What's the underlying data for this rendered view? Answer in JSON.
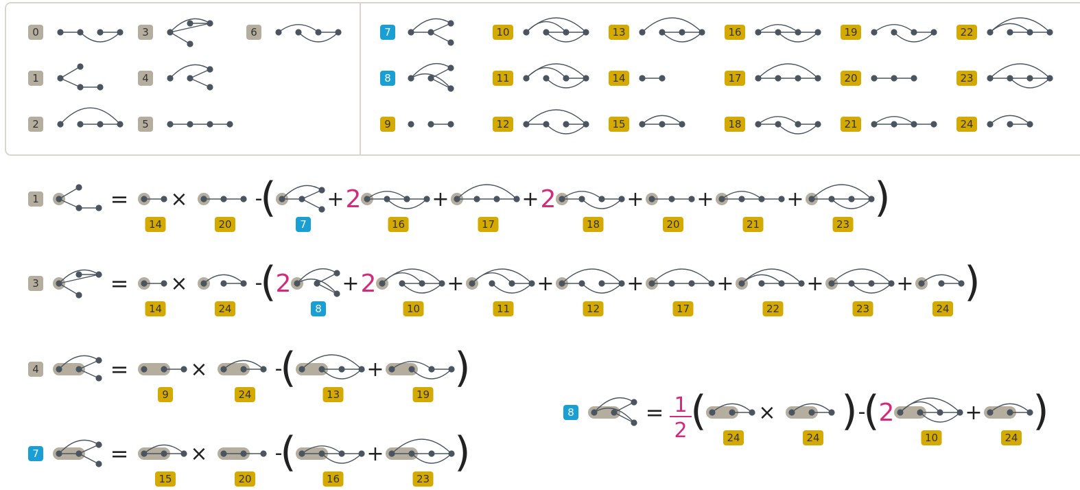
{
  "colors": {
    "gray_badge": "#b5ae9f",
    "blue_badge": "#1a9fd4",
    "gold_badge": "#d4a900",
    "node": "#4a5560",
    "edge": "#4a5560",
    "root_halo": "#b5ae9f",
    "coefficient": "#d42a7c",
    "panel_border": "#d8d6cc"
  },
  "symbols": {
    "equals": "=",
    "times": "×",
    "minus": "-",
    "plus": "+",
    "open_paren": "(",
    "close_paren": ")",
    "fraction_numerator": "1",
    "fraction_denominator": "2"
  },
  "legend_left": [
    {
      "id": "0",
      "color": "gray",
      "graph": "g0"
    },
    {
      "id": "1",
      "color": "gray",
      "graph": "g1"
    },
    {
      "id": "2",
      "color": "gray",
      "graph": "g2"
    },
    {
      "id": "3",
      "color": "gray",
      "graph": "g3"
    },
    {
      "id": "4",
      "color": "gray",
      "graph": "g4"
    },
    {
      "id": "5",
      "color": "gray",
      "graph": "g5"
    },
    {
      "id": "6",
      "color": "gray",
      "graph": "g6"
    }
  ],
  "legend_right": [
    {
      "id": "7",
      "color": "blue",
      "graph": "g7"
    },
    {
      "id": "8",
      "color": "blue",
      "graph": "g8"
    },
    {
      "id": "9",
      "color": "gold",
      "graph": "g9"
    },
    {
      "id": "10",
      "color": "gold",
      "graph": "g10"
    },
    {
      "id": "11",
      "color": "gold",
      "graph": "g11"
    },
    {
      "id": "12",
      "color": "gold",
      "graph": "g12"
    },
    {
      "id": "13",
      "color": "gold",
      "graph": "g13"
    },
    {
      "id": "14",
      "color": "gold",
      "graph": "g14"
    },
    {
      "id": "15",
      "color": "gold",
      "graph": "g15"
    },
    {
      "id": "16",
      "color": "gold",
      "graph": "g16"
    },
    {
      "id": "17",
      "color": "gold",
      "graph": "g17"
    },
    {
      "id": "18",
      "color": "gold",
      "graph": "g18"
    },
    {
      "id": "19",
      "color": "gold",
      "graph": "g19"
    },
    {
      "id": "20",
      "color": "gold",
      "graph": "g20"
    },
    {
      "id": "21",
      "color": "gold",
      "graph": "g21"
    },
    {
      "id": "22",
      "color": "gold",
      "graph": "g22"
    },
    {
      "id": "23",
      "color": "gold",
      "graph": "g23"
    },
    {
      "id": "24",
      "color": "gold",
      "graph": "g24"
    }
  ],
  "equations": [
    {
      "lhs": {
        "id": "1",
        "color": "gray",
        "graph": "g1",
        "root": "dot"
      },
      "product": [
        {
          "id": "14",
          "graph": "g14",
          "root": "dot"
        },
        {
          "id": "20",
          "graph": "g20",
          "root": "dot"
        }
      ],
      "terms": [
        {
          "coef": "",
          "id": "7",
          "color": "blue",
          "graph": "g7",
          "root": "dot"
        },
        {
          "coef": "2",
          "id": "16",
          "color": "gold",
          "graph": "g16",
          "root": "dot"
        },
        {
          "coef": "",
          "id": "17",
          "color": "gold",
          "graph": "g17",
          "root": "dot"
        },
        {
          "coef": "2",
          "id": "18",
          "color": "gold",
          "graph": "g18",
          "root": "dot"
        },
        {
          "coef": "",
          "id": "20",
          "color": "gold",
          "graph": "g20",
          "root": "dot"
        },
        {
          "coef": "",
          "id": "21",
          "color": "gold",
          "graph": "g21",
          "root": "dot"
        },
        {
          "coef": "",
          "id": "23",
          "color": "gold",
          "graph": "g23",
          "root": "dot"
        }
      ]
    },
    {
      "lhs": {
        "id": "3",
        "color": "gray",
        "graph": "g3",
        "root": "dot"
      },
      "product": [
        {
          "id": "14",
          "graph": "g14",
          "root": "dot"
        },
        {
          "id": "24",
          "graph": "g24",
          "root": "dot"
        }
      ],
      "terms": [
        {
          "coef": "2",
          "id": "8",
          "color": "blue",
          "graph": "g8",
          "root": "dot"
        },
        {
          "coef": "2",
          "id": "10",
          "color": "gold",
          "graph": "g10",
          "root": "dot"
        },
        {
          "coef": "",
          "id": "11",
          "color": "gold",
          "graph": "g11",
          "root": "dot"
        },
        {
          "coef": "",
          "id": "12",
          "color": "gold",
          "graph": "g12",
          "root": "dot"
        },
        {
          "coef": "",
          "id": "17",
          "color": "gold",
          "graph": "g17",
          "root": "dot"
        },
        {
          "coef": "",
          "id": "22",
          "color": "gold",
          "graph": "g22",
          "root": "dot"
        },
        {
          "coef": "",
          "id": "23",
          "color": "gold",
          "graph": "g23",
          "root": "dot"
        },
        {
          "coef": "",
          "id": "24",
          "color": "gold",
          "graph": "g24",
          "root": "dot"
        }
      ]
    },
    {
      "lhs": {
        "id": "4",
        "color": "gray",
        "graph": "g4",
        "root": "pill"
      },
      "product": [
        {
          "id": "9",
          "graph": "g9",
          "root": "pill"
        },
        {
          "id": "24",
          "graph": "g24",
          "root": "pill"
        }
      ],
      "terms": [
        {
          "coef": "",
          "id": "13",
          "color": "gold",
          "graph": "g13",
          "root": "pill"
        },
        {
          "coef": "",
          "id": "19",
          "color": "gold",
          "graph": "g19",
          "root": "pill"
        }
      ]
    },
    {
      "lhs": {
        "id": "7",
        "color": "blue",
        "graph": "g7",
        "root": "pill"
      },
      "product": [
        {
          "id": "15",
          "graph": "g15",
          "root": "pill"
        },
        {
          "id": "20",
          "graph": "g20",
          "root": "pill"
        }
      ],
      "terms": [
        {
          "coef": "",
          "id": "16",
          "color": "gold",
          "graph": "g16",
          "root": "pill"
        },
        {
          "coef": "",
          "id": "23",
          "color": "gold",
          "graph": "g23",
          "root": "pill"
        }
      ]
    },
    {
      "lhs": {
        "id": "8",
        "color": "blue",
        "graph": "g8",
        "root": "pill"
      },
      "product": [
        {
          "id": "24",
          "graph": "g24",
          "root": "pill"
        },
        {
          "id": "24",
          "graph": "g24",
          "root": "pill"
        }
      ],
      "terms": [
        {
          "coef": "2",
          "id": "10",
          "color": "gold",
          "graph": "g10",
          "root": "pill"
        },
        {
          "coef": "",
          "id": "24",
          "color": "gold",
          "graph": "g24",
          "root": "pill"
        }
      ]
    }
  ]
}
